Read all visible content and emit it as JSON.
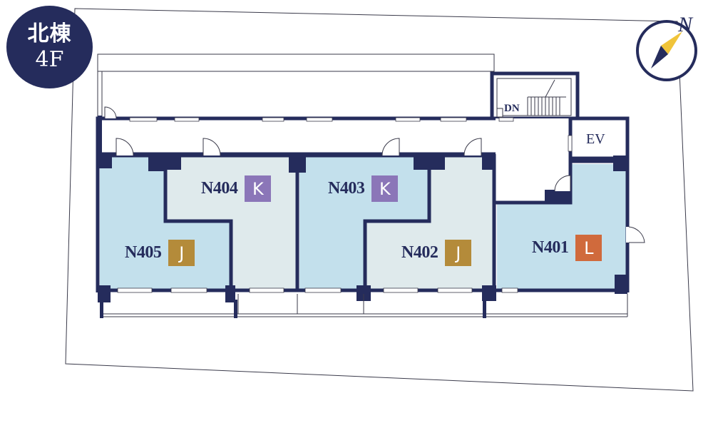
{
  "floor_badge": {
    "building": "北棟",
    "floor": "4F"
  },
  "compass": {
    "north_label": "N"
  },
  "labels": {
    "elevator": "EV",
    "stairs_down": "DN"
  },
  "units": [
    {
      "number": "N404",
      "type": "K",
      "type_color": "#8b76b8"
    },
    {
      "number": "N403",
      "type": "K",
      "type_color": "#8b76b8"
    },
    {
      "number": "N405",
      "type": "J",
      "type_color": "#b48b3a"
    },
    {
      "number": "N402",
      "type": "J",
      "type_color": "#b48b3a"
    },
    {
      "number": "N401",
      "type": "L",
      "type_color": "#d06a3c"
    }
  ],
  "colors": {
    "wall": "#252c5c",
    "unit_blue": "#c3e0ec",
    "unit_pale": "#dfeaec",
    "site_outline": "#3a3a4a"
  }
}
